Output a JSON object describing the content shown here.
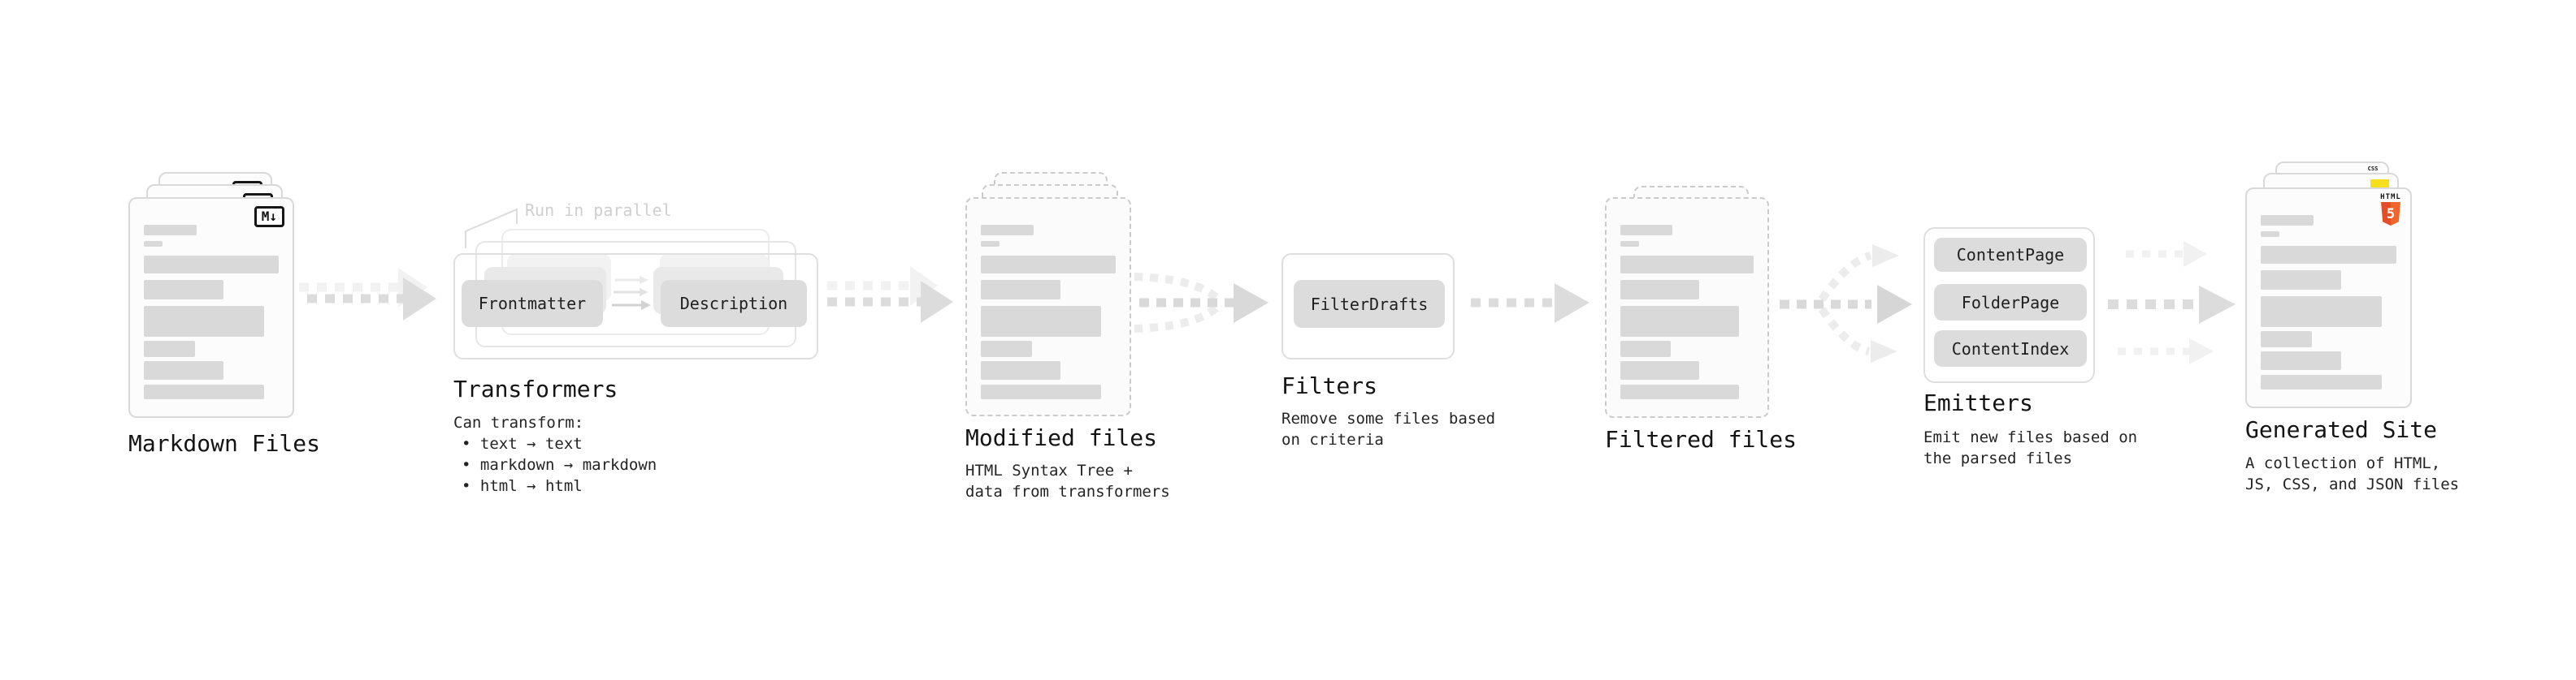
{
  "stages": {
    "markdown_files": {
      "label": "Markdown Files"
    },
    "transformers": {
      "label": "Transformers",
      "callout": "Run in parallel",
      "pill_left": "Frontmatter",
      "pill_right": "Description",
      "desc_title": "Can transform:",
      "bullets": [
        "• text → text",
        "• markdown → markdown",
        "• html → html"
      ]
    },
    "modified_files": {
      "label": "Modified files",
      "desc_line1": "HTML Syntax Tree +",
      "desc_line2": "data from transformers"
    },
    "filters": {
      "label": "Filters",
      "pill": "FilterDrafts",
      "desc_line1": "Remove some files based",
      "desc_line2": "on criteria"
    },
    "filtered_files": {
      "label": "Filtered files"
    },
    "emitters": {
      "label": "Emitters",
      "pills": [
        "ContentPage",
        "FolderPage",
        "ContentIndex"
      ],
      "desc_line1": "Emit new files based on",
      "desc_line2": "the parsed files"
    },
    "generated_site": {
      "label": "Generated Site",
      "desc_line1": "A collection of HTML,",
      "desc_line2": "JS, CSS, and JSON files"
    }
  },
  "icons": {
    "markdown_label": "M↓",
    "html5_text": "HTML",
    "html5_number": "5",
    "css_text": "CSS"
  },
  "colors": {
    "arrow_main": "#dcdcdc",
    "arrow_light": "#f2f2f2",
    "pill_gray": "#dcdcdc",
    "skeleton_bar": "#d9d9d9",
    "html5_orange": "#e44d26",
    "js_yellow": "#f7df1e",
    "css_blue": "#2965f1"
  }
}
